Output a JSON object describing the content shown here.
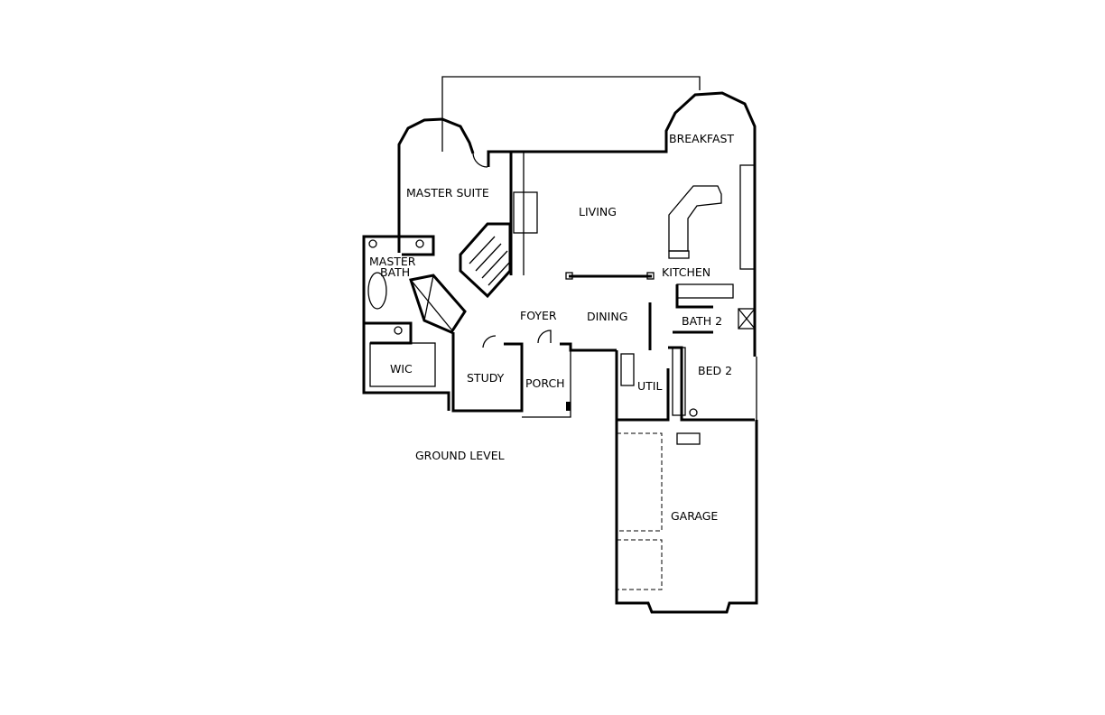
{
  "plan": {
    "level_label": "GROUND LEVEL",
    "rooms": {
      "breakfast": "BREAKFAST",
      "master_suite": "MASTER SUITE",
      "living": "LIVING",
      "master_bath_1": "MASTER",
      "master_bath_2": "BATH",
      "kitchen": "KITCHEN",
      "foyer": "FOYER",
      "dining": "DINING",
      "bath2": "BATH 2",
      "wic": "WIC",
      "study": "STUDY",
      "porch": "PORCH",
      "util": "UTIL",
      "bed2": "BED 2",
      "garage": "GARAGE"
    }
  }
}
